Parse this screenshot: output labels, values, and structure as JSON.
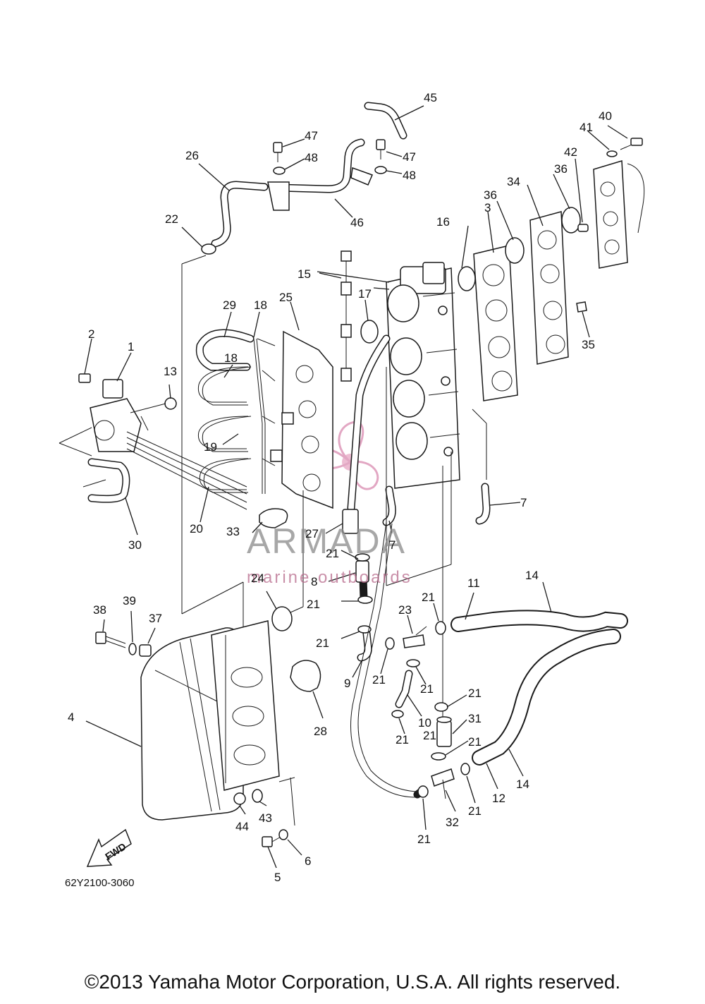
{
  "diagram": {
    "code": "62Y2100-3060",
    "fwd_label": "FWD",
    "callouts": [
      "1",
      "2",
      "3",
      "4",
      "5",
      "6",
      "7",
      "7",
      "8",
      "9",
      "10",
      "11",
      "12",
      "13",
      "14",
      "14",
      "15",
      "16",
      "17",
      "18",
      "18",
      "19",
      "20",
      "21",
      "21",
      "21",
      "21",
      "21",
      "21",
      "21",
      "21",
      "21",
      "21",
      "21",
      "21",
      "22",
      "23",
      "24",
      "25",
      "26",
      "27",
      "28",
      "29",
      "30",
      "31",
      "32",
      "33",
      "34",
      "35",
      "36",
      "36",
      "37",
      "38",
      "39",
      "40",
      "41",
      "42",
      "43",
      "44",
      "45",
      "46",
      "47",
      "47",
      "48",
      "48"
    ]
  },
  "watermark": {
    "brand": "ARMADA",
    "tagline": "marine outboards"
  },
  "footer": {
    "copyright": "©2013 Yamaha Motor Corporation, U.S.A. All rights reserved."
  }
}
